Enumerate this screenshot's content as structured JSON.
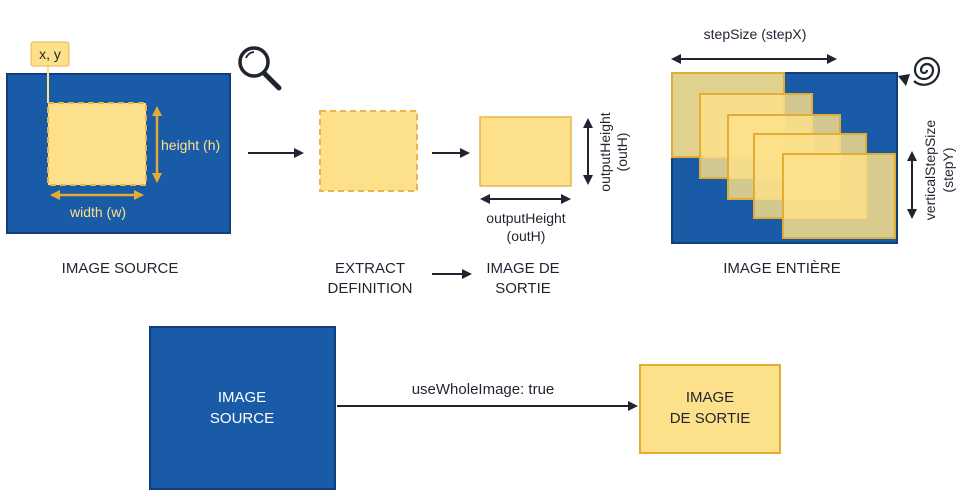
{
  "colors": {
    "blue": "#1a5ba8",
    "blue_border": "#123f7c",
    "yellow": "#fde18a",
    "yellow_border": "#e9b54a",
    "gold": "#e3ac35",
    "ink": "#1f2430"
  },
  "icons": {
    "magnifier": "magnifier-icon",
    "spiral": "spiral-icon"
  },
  "source": {
    "coord_label": "x, y",
    "height_label": "height (h)",
    "width_label": "width (w)",
    "caption": "IMAGE SOURCE"
  },
  "extract": {
    "caption_line1": "EXTRACT",
    "caption_line2": "DEFINITION"
  },
  "output": {
    "vertical_label_line1": "outputHeight",
    "vertical_label_line2": "(outH)",
    "bottom_label_line1": "outputHeight",
    "bottom_label_line2": "(outH)",
    "caption_line1": "IMAGE DE",
    "caption_line2": "SORTIE"
  },
  "whole": {
    "step_label": "stepSize (stepX)",
    "vertical_step_line1": "verticalStepSize",
    "vertical_step_line2": "(stepY)",
    "caption": "IMAGE ENTIÈRE"
  },
  "bottom": {
    "source_line1": "IMAGE",
    "source_line2": "SOURCE",
    "arrow_label": "useWholeImage: true",
    "output_line1": "IMAGE",
    "output_line2": "DE SORTIE"
  }
}
